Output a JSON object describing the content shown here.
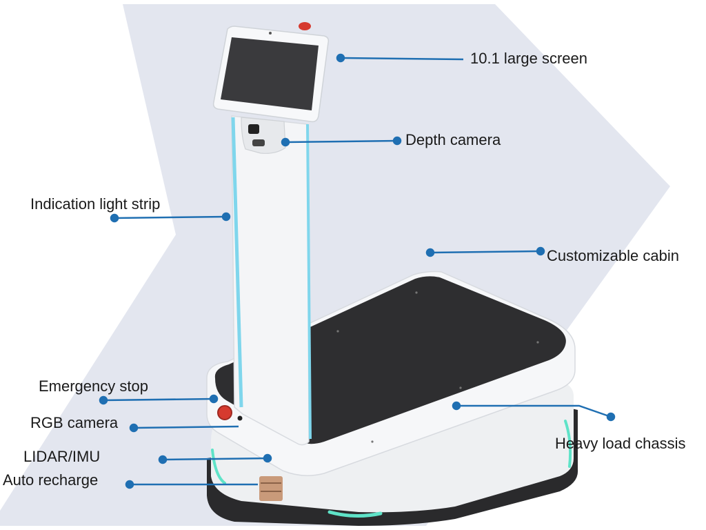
{
  "colors": {
    "background_chevron": "#e3e6ef",
    "leader_line": "#1f6fb2",
    "light_strip": "#7fd6ec",
    "body_white": "#f4f5f7",
    "top_plate": "#2e2e30",
    "stop_button": "#d63a2f",
    "chassis_glow": "#5fe3c8"
  },
  "labels": {
    "screen": "10.1 large screen",
    "depth_camera": "Depth camera",
    "light_strip": "Indication light strip",
    "cabin": "Customizable cabin",
    "emergency_stop": "Emergency stop",
    "rgb_camera": "RGB camera",
    "lidar_imu": "LIDAR/IMU",
    "auto_recharge": "Auto recharge",
    "chassis": "Heavy load chassis"
  }
}
